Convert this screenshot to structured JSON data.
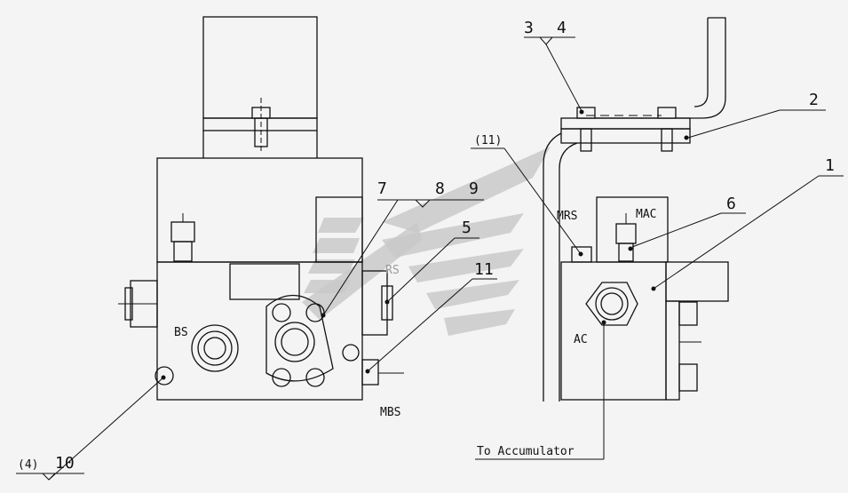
{
  "callouts": {
    "n1": "1",
    "n2": "2",
    "n3": "3",
    "n4": "4",
    "n5": "5",
    "n6": "6",
    "n7": "7",
    "n8": "8",
    "n9": "9",
    "n10": "10",
    "n11": "11",
    "n4p": "(4)",
    "n11p": "(11)"
  },
  "ports": {
    "bs": "BS",
    "rs": "RS",
    "mbs": "MBS",
    "mrs": "MRS",
    "mac": "MAC",
    "ac": "AC"
  },
  "note": "To Accumulator"
}
